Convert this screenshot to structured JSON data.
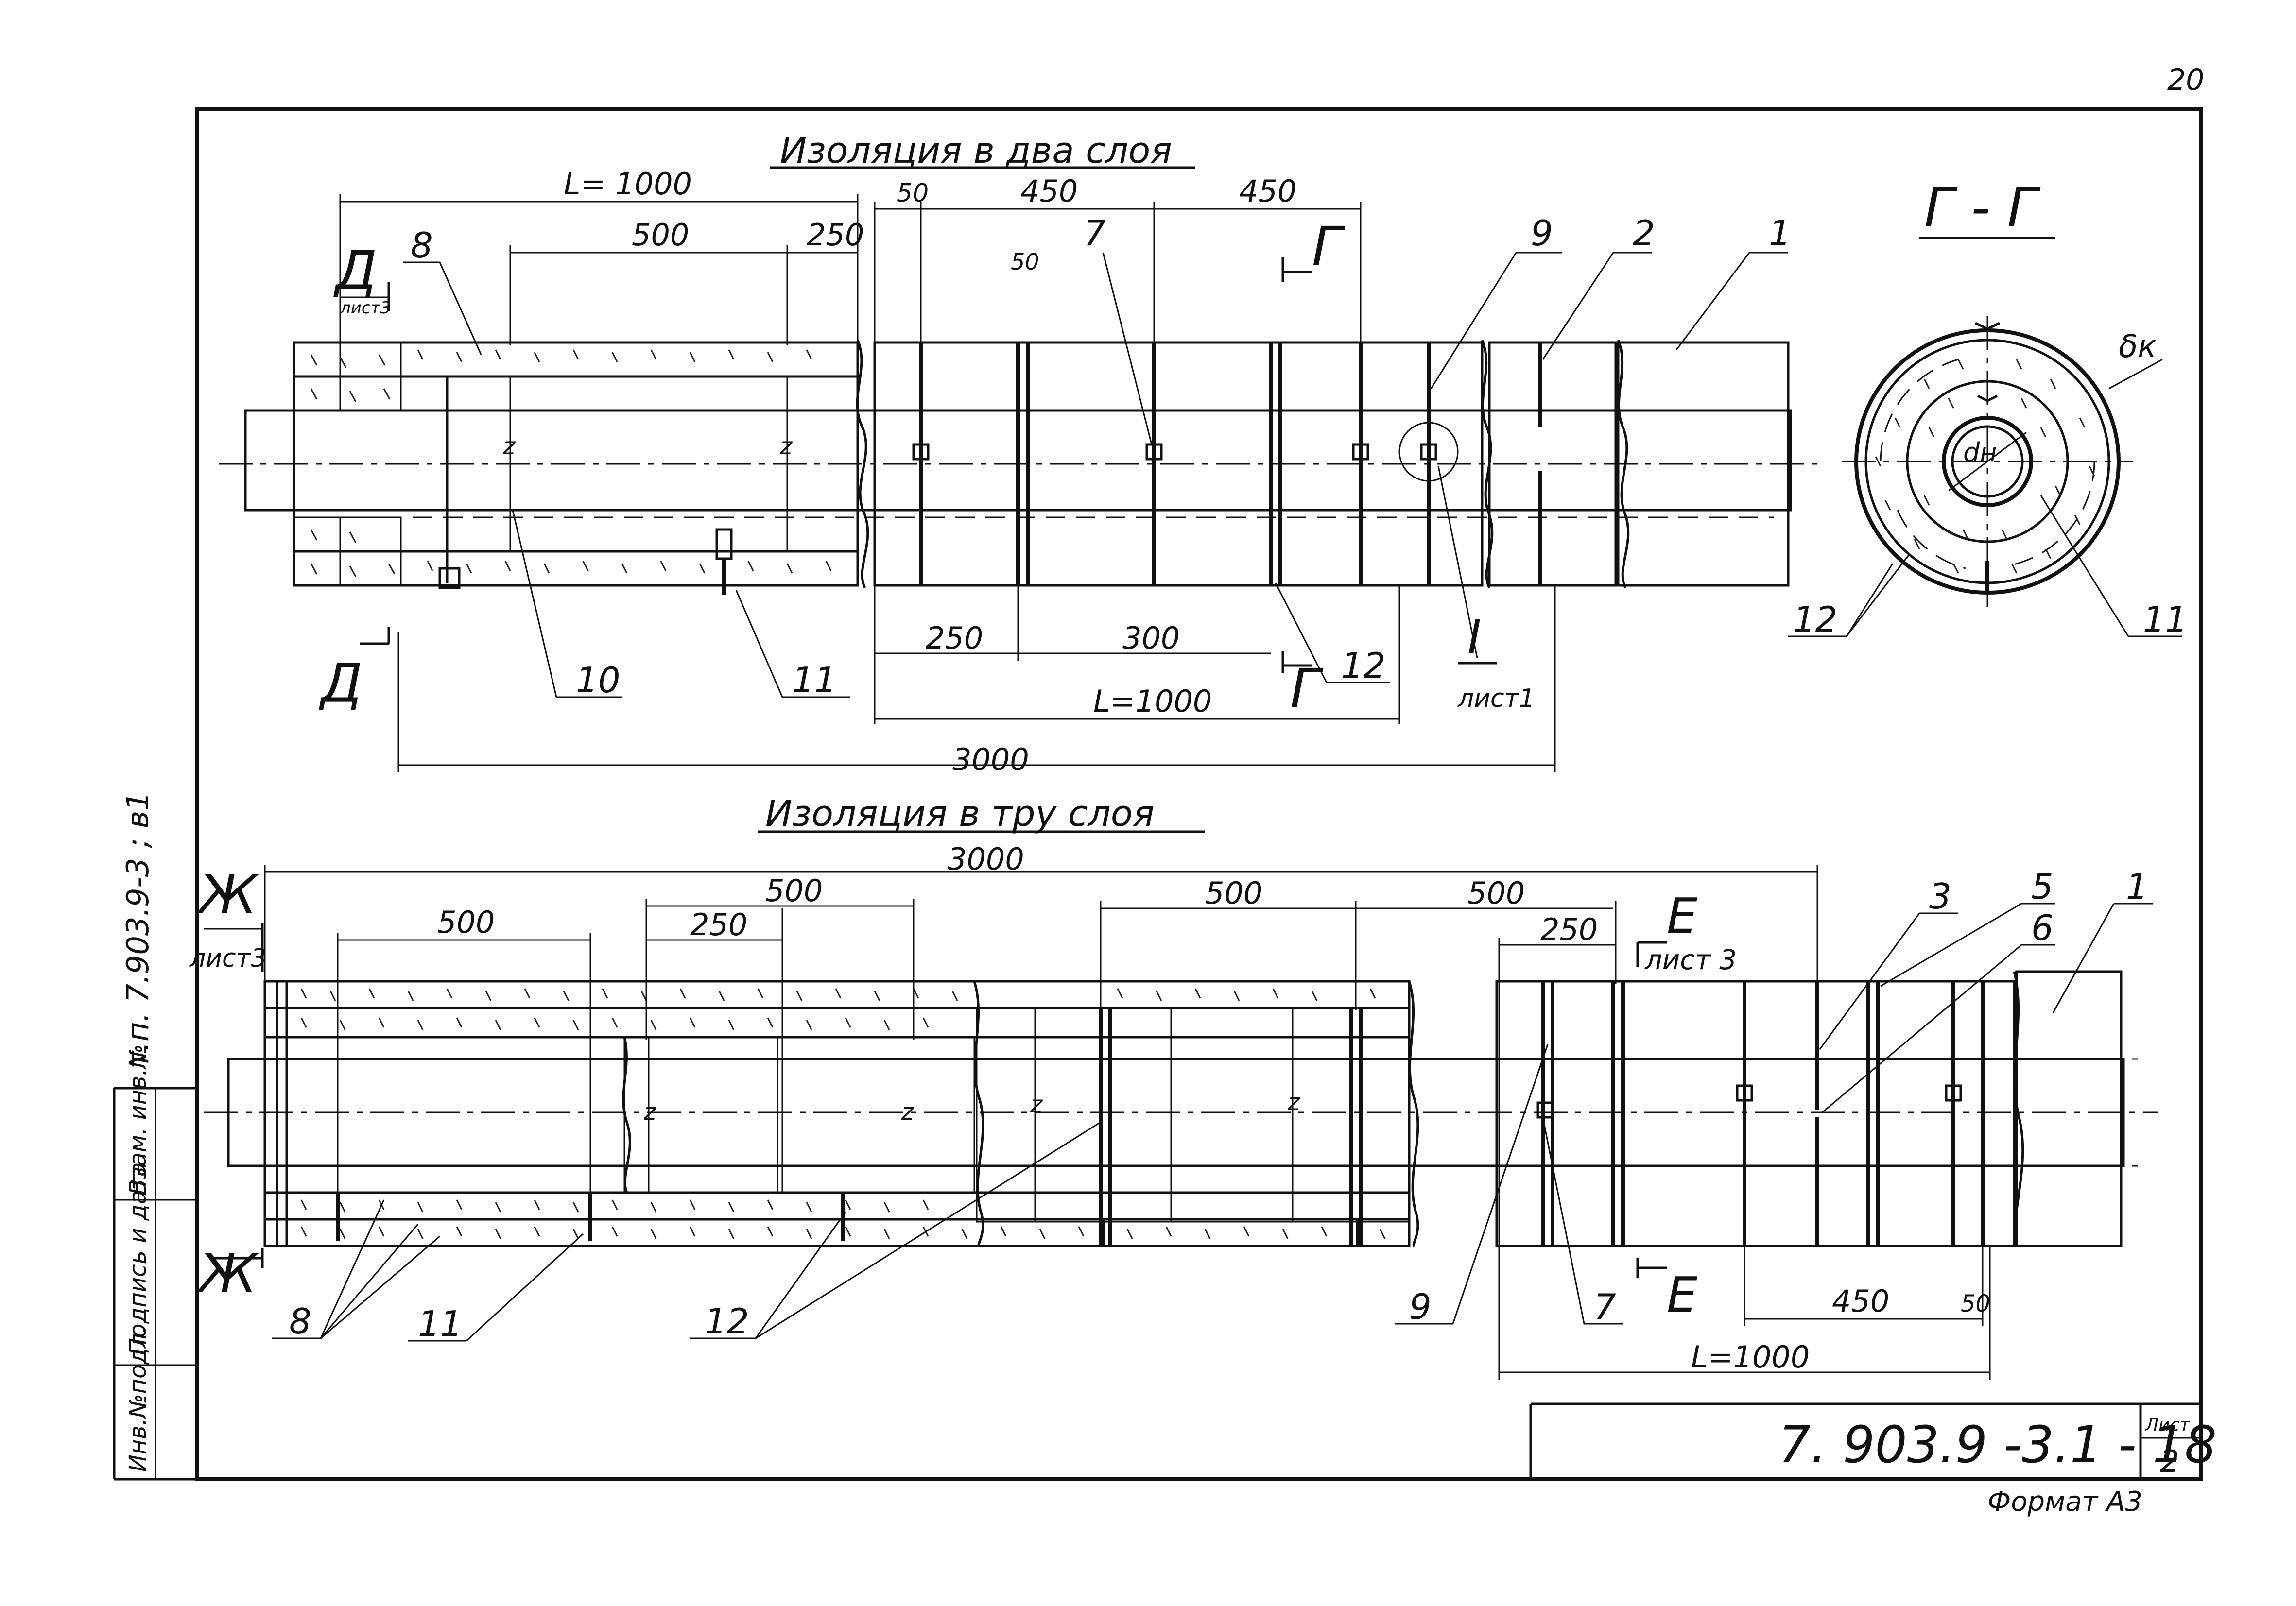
{
  "sheet": {
    "top_corner_mark": "20",
    "title_two_layers": "Изоляция в два слоя",
    "title_three_layers": "Изоляция в тру слоя",
    "section_title": "Г - Г",
    "doc_code": "7. 903.9 -3.1 - 18",
    "sheet_label": "Лист",
    "sheet_number": "2",
    "format_label": "Формат А3",
    "side_ref": "т.п. 7.903.9-3 ; в1",
    "side_headers": [
      "Инв.№подл.",
      "Подпись и дата",
      "Взам. инв.№"
    ]
  },
  "upper_view": {
    "dims": {
      "L1": "L= 1000",
      "d500": "500",
      "d250": "250",
      "d50": "50",
      "d450a": "450",
      "d450b": "450",
      "d50b": "50",
      "d250b": "250",
      "d300": "300",
      "L2": "L=1000",
      "total": "3000"
    },
    "section_marks": {
      "d_top": "Д",
      "d_bottom": "Д",
      "d_ref": "лист3",
      "g_top": "Г",
      "g_bottom": "Г",
      "detail_num": "I",
      "detail_ref": "лист1"
    },
    "labels": [
      "8",
      "7",
      "9",
      "2",
      "1",
      "10",
      "11",
      "12"
    ],
    "z_marks": [
      "z",
      "z"
    ]
  },
  "lower_view": {
    "dims": {
      "total": "3000",
      "d500a": "500",
      "d500b": "500",
      "d250a": "250",
      "d500c": "500",
      "d500d": "500",
      "d250b": "250",
      "d450": "450",
      "d50": "50",
      "L": "L=1000"
    },
    "section_marks": {
      "zh_top": "Ж",
      "zh_bottom": "Ж",
      "zh_ref": "лист3",
      "e_top": "Е",
      "e_bottom": "Е",
      "e_ref": "лист 3"
    },
    "labels": [
      "3",
      "5",
      "6",
      "1",
      "8",
      "11",
      "12",
      "9",
      "7"
    ],
    "z_marks": [
      "z",
      "z",
      "z",
      "z"
    ]
  },
  "section_view": {
    "labels": [
      "δк",
      "dн",
      "12",
      "11"
    ]
  }
}
